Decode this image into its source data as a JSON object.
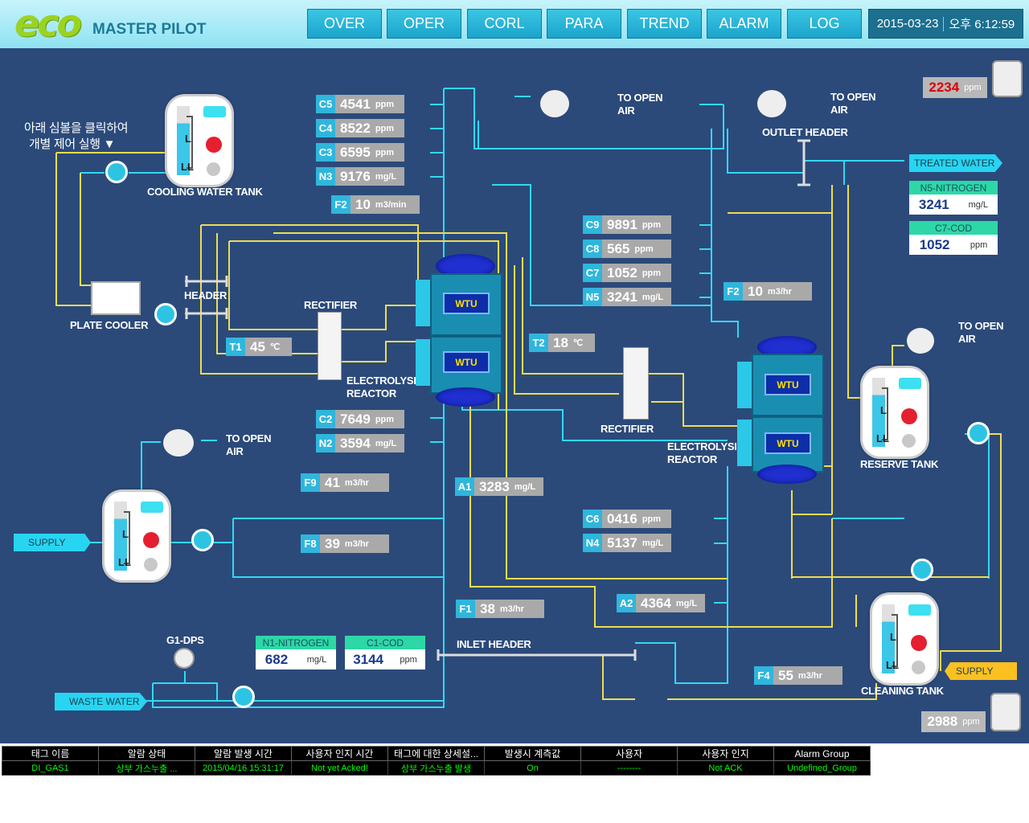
{
  "header": {
    "logo_eco": "eco",
    "logo_text": "MASTER PILOT",
    "nav": [
      "OVER",
      "OPER",
      "CORL",
      "PARA",
      "TREND",
      "ALARM",
      "LOG"
    ],
    "date": "2015-03-23",
    "time": "오후 6:12:59"
  },
  "labels": {
    "instruction_line1": "아래 심볼을 클릭하여",
    "instruction_line2": "개별 제어 실행 ▼",
    "cooling_water_tank": "COOLING WATER TANK",
    "plate_cooler": "PLATE COOLER",
    "header": "HEADER",
    "rectifier_1": "RECTIFIER",
    "rectifier_2": "RECTIFIER",
    "electrolysis_1a": "ELECTROLYSIS",
    "electrolysis_1b": "REACTOR",
    "electrolysis_2a": "ELECTROLYSIS",
    "electrolysis_2b": "REACTOR",
    "outlet_header": "OUTLET HEADER",
    "inlet_header": "INLET HEADER",
    "reserve_tank": "RESERVE TANK",
    "cleaning_tank": "CLEANING TANK",
    "g1_dps": "G1-DPS",
    "to_open_air": "TO OPEN",
    "air": "AIR",
    "wtu": "WTU",
    "tank_l": "L",
    "tank_ll": "LL"
  },
  "tags": {
    "supply_left": "SUPPLY",
    "waste_water": "WASTE WATER",
    "treated_water": "TREATED WATER",
    "supply_right": "SUPPLY"
  },
  "sensors": {
    "C5": {
      "tag": "C5",
      "value": "4541",
      "unit": "ppm"
    },
    "C4": {
      "tag": "C4",
      "value": "8522",
      "unit": "ppm"
    },
    "C3": {
      "tag": "C3",
      "value": "6595",
      "unit": "ppm"
    },
    "N3": {
      "tag": "N3",
      "value": "9176",
      "unit": "mg/L"
    },
    "F2a": {
      "tag": "F2",
      "value": "10",
      "unit": "m3/min"
    },
    "C9": {
      "tag": "C9",
      "value": "9891",
      "unit": "ppm"
    },
    "C8": {
      "tag": "C8",
      "value": "565",
      "unit": "ppm"
    },
    "C7": {
      "tag": "C7",
      "value": "1052",
      "unit": "ppm"
    },
    "N5": {
      "tag": "N5",
      "value": "3241",
      "unit": "mg/L"
    },
    "F2b": {
      "tag": "F2",
      "value": "10",
      "unit": "m3/hr"
    },
    "T1": {
      "tag": "T1",
      "value": "45",
      "unit": "℃"
    },
    "T2": {
      "tag": "T2",
      "value": "18",
      "unit": "℃"
    },
    "C2": {
      "tag": "C2",
      "value": "7649",
      "unit": "ppm"
    },
    "N2": {
      "tag": "N2",
      "value": "3594",
      "unit": "mg/L"
    },
    "F9": {
      "tag": "F9",
      "value": "41",
      "unit": "m3/hr"
    },
    "A1": {
      "tag": "A1",
      "value": "3283",
      "unit": "mg/L"
    },
    "F8": {
      "tag": "F8",
      "value": "39",
      "unit": "m3/hr"
    },
    "C6": {
      "tag": "C6",
      "value": "0416",
      "unit": "ppm"
    },
    "N4": {
      "tag": "N4",
      "value": "5137",
      "unit": "mg/L"
    },
    "F1": {
      "tag": "F1",
      "value": "38",
      "unit": "m3/hr"
    },
    "A2": {
      "tag": "A2",
      "value": "4364",
      "unit": "mg/L"
    },
    "F4": {
      "tag": "F4",
      "value": "55",
      "unit": "m3/hr"
    }
  },
  "analyzers": {
    "n5_nitrogen": {
      "label": "N5-NITROGEN",
      "value": "3241",
      "unit": "mg/L"
    },
    "c7_cod": {
      "label": "C7-COD",
      "value": "1052",
      "unit": "ppm"
    },
    "n1_nitrogen": {
      "label": "N1-NITROGEN",
      "value": "682",
      "unit": "mg/L"
    },
    "c1_cod": {
      "label": "C1-COD",
      "value": "3144",
      "unit": "ppm"
    }
  },
  "gas": {
    "top": {
      "value": "2234",
      "unit": "ppm",
      "color": "#e00000"
    },
    "bottom": {
      "value": "2988",
      "unit": "ppm",
      "color": "#ffffff"
    }
  },
  "alarm": {
    "headers": [
      "태그 이름",
      "알람 상태",
      "알람 발생 시간",
      "사용자 인지 시간",
      "태그에 대한 상세설...",
      "발생시 계측값",
      "사용자",
      "사용자 인지",
      "Alarm Group"
    ],
    "row": [
      "DI_GAS1",
      "상부 가스누출 ...",
      "2015/04/16 15:31:17",
      "Not yet Acked!",
      "상부 가스누출 발생",
      "On",
      "--------",
      "Not ACK",
      "Undefined_Group"
    ]
  },
  "colors": {
    "background": "#2b4a7a",
    "pipe_cyan": "#33d8f2",
    "pipe_yellow": "#f0dc50",
    "accent": "#2fb6dc"
  }
}
